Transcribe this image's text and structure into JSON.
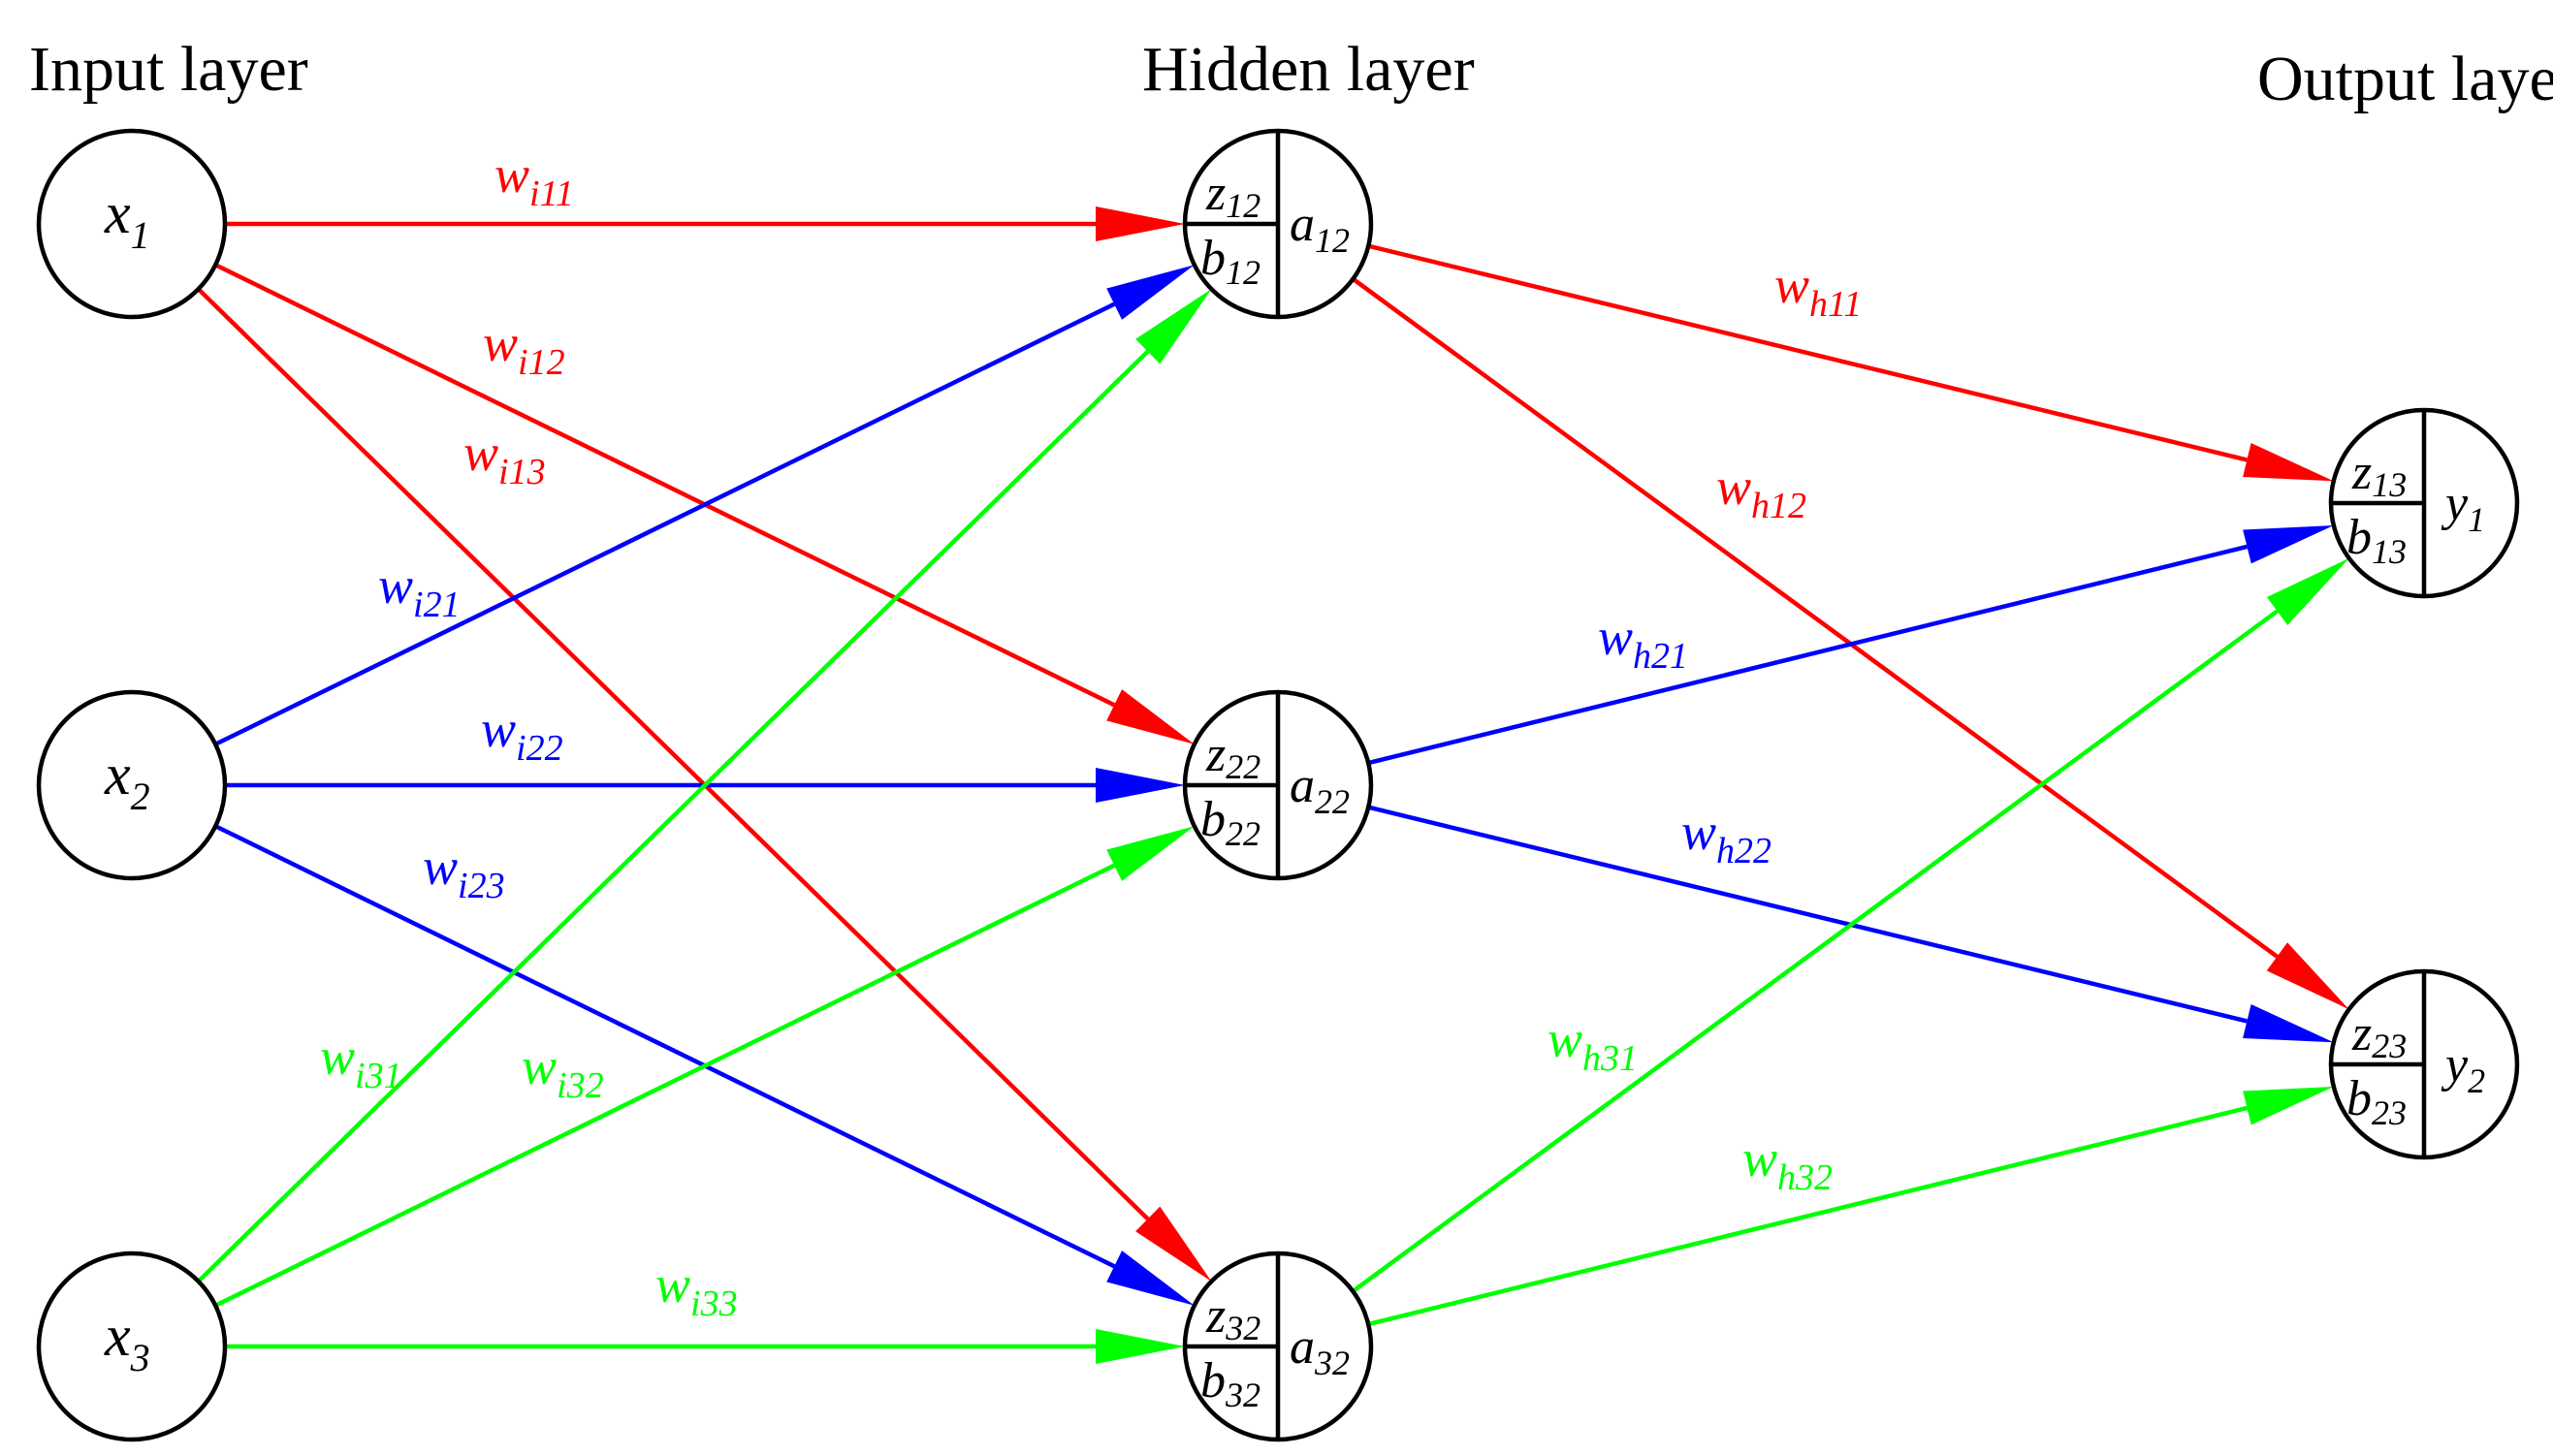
{
  "layers": {
    "input": "Input layer",
    "hidden": "Hidden layer",
    "output": "Output layer"
  },
  "colors": {
    "red": "#ff0000",
    "blue": "#0000ff",
    "green": "#00ff00",
    "black": "#000000"
  },
  "nodes": {
    "x1": {
      "var": "x",
      "sub": "1"
    },
    "x2": {
      "var": "x",
      "sub": "2"
    },
    "x3": {
      "var": "x",
      "sub": "3"
    },
    "h1": {
      "z": "12",
      "b": "12",
      "a": "12"
    },
    "h2": {
      "z": "22",
      "b": "22",
      "a": "22"
    },
    "h3": {
      "z": "32",
      "b": "32",
      "a": "32"
    },
    "o1": {
      "z": "13",
      "b": "13",
      "y": "1"
    },
    "o2": {
      "z": "23",
      "b": "23",
      "y": "2"
    }
  },
  "edges": [
    {
      "id": "wi11",
      "from": "x1",
      "to": "h1",
      "color": "red",
      "w": "w",
      "sub": "i11"
    },
    {
      "id": "wi12",
      "from": "x1",
      "to": "h2",
      "color": "red",
      "w": "w",
      "sub": "i12"
    },
    {
      "id": "wi13",
      "from": "x1",
      "to": "h3",
      "color": "red",
      "w": "w",
      "sub": "i13"
    },
    {
      "id": "wi21",
      "from": "x2",
      "to": "h1",
      "color": "blue",
      "w": "w",
      "sub": "i21"
    },
    {
      "id": "wi22",
      "from": "x2",
      "to": "h2",
      "color": "blue",
      "w": "w",
      "sub": "i22"
    },
    {
      "id": "wi23",
      "from": "x2",
      "to": "h3",
      "color": "blue",
      "w": "w",
      "sub": "i23"
    },
    {
      "id": "wi31",
      "from": "x3",
      "to": "h1",
      "color": "green",
      "w": "w",
      "sub": "i31"
    },
    {
      "id": "wi32",
      "from": "x3",
      "to": "h2",
      "color": "green",
      "w": "w",
      "sub": "i32"
    },
    {
      "id": "wi33",
      "from": "x3",
      "to": "h3",
      "color": "green",
      "w": "w",
      "sub": "i33"
    },
    {
      "id": "wh11",
      "from": "h1",
      "to": "o1",
      "color": "red",
      "w": "w",
      "sub": "h11"
    },
    {
      "id": "wh12",
      "from": "h1",
      "to": "o2",
      "color": "red",
      "w": "w",
      "sub": "h12"
    },
    {
      "id": "wh21",
      "from": "h2",
      "to": "o1",
      "color": "blue",
      "w": "w",
      "sub": "h21"
    },
    {
      "id": "wh22",
      "from": "h2",
      "to": "o2",
      "color": "blue",
      "w": "w",
      "sub": "h22"
    },
    {
      "id": "wh31",
      "from": "h3",
      "to": "o1",
      "color": "green",
      "w": "w",
      "sub": "h31"
    },
    {
      "id": "wh32",
      "from": "h3",
      "to": "o2",
      "color": "green",
      "w": "w",
      "sub": "h32"
    }
  ]
}
